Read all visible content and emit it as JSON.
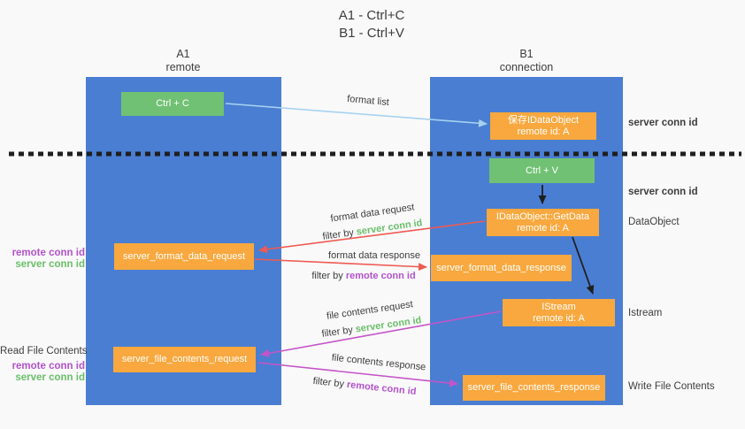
{
  "title": {
    "line1": "A1 - Ctrl+C",
    "line2": "B1 - Ctrl+V"
  },
  "lanes": {
    "a1": {
      "name": "A1",
      "subtitle": "remote"
    },
    "b1": {
      "name": "B1",
      "subtitle": "connection"
    }
  },
  "boxes": {
    "ctrl_c": {
      "label": "Ctrl + C"
    },
    "ctrl_v": {
      "label": "Ctrl + V"
    },
    "save_idataobject": {
      "line1": "保存IDataObject",
      "line2": "remote id: A"
    },
    "getdata": {
      "line1": "IDataObject::GetData",
      "line2": "remote id: A"
    },
    "istream": {
      "line1": "IStream",
      "line2": "remote id: A"
    },
    "format_request": {
      "label": "server_format_data_request"
    },
    "format_response": {
      "label": "server_format_data_response"
    },
    "file_request": {
      "label": "server_file_contents_request"
    },
    "file_response": {
      "label": "server_file_contents_response"
    }
  },
  "labels": {
    "format_list": "format list",
    "format_data_request": "format data request",
    "format_data_response": "format data response",
    "file_contents_request": "file contents request",
    "file_contents_response": "file contents response",
    "filter_by": "filter by ",
    "server_conn_id": "server conn id",
    "remote_conn_id": "remote conn id",
    "read_file_contents": "Read File Contents",
    "write_file_contents": "Write File Contents",
    "dataobject": "DataObject",
    "istream": "Istream"
  },
  "colors": {
    "background": "#f9f9f9",
    "lane-blue": "#4a7ed2",
    "box-green": "#71c174",
    "box-orange": "#f8a83e",
    "text-green": "#6abf69",
    "text-purple": "#b253cb",
    "text-dark": "#3d3d3d",
    "arrow-red": "#ef5a52",
    "arrow-magenta": "#c554c8",
    "arrow-lightblue": "#a6d2f0",
    "arrow-black": "#1f1f1f"
  }
}
